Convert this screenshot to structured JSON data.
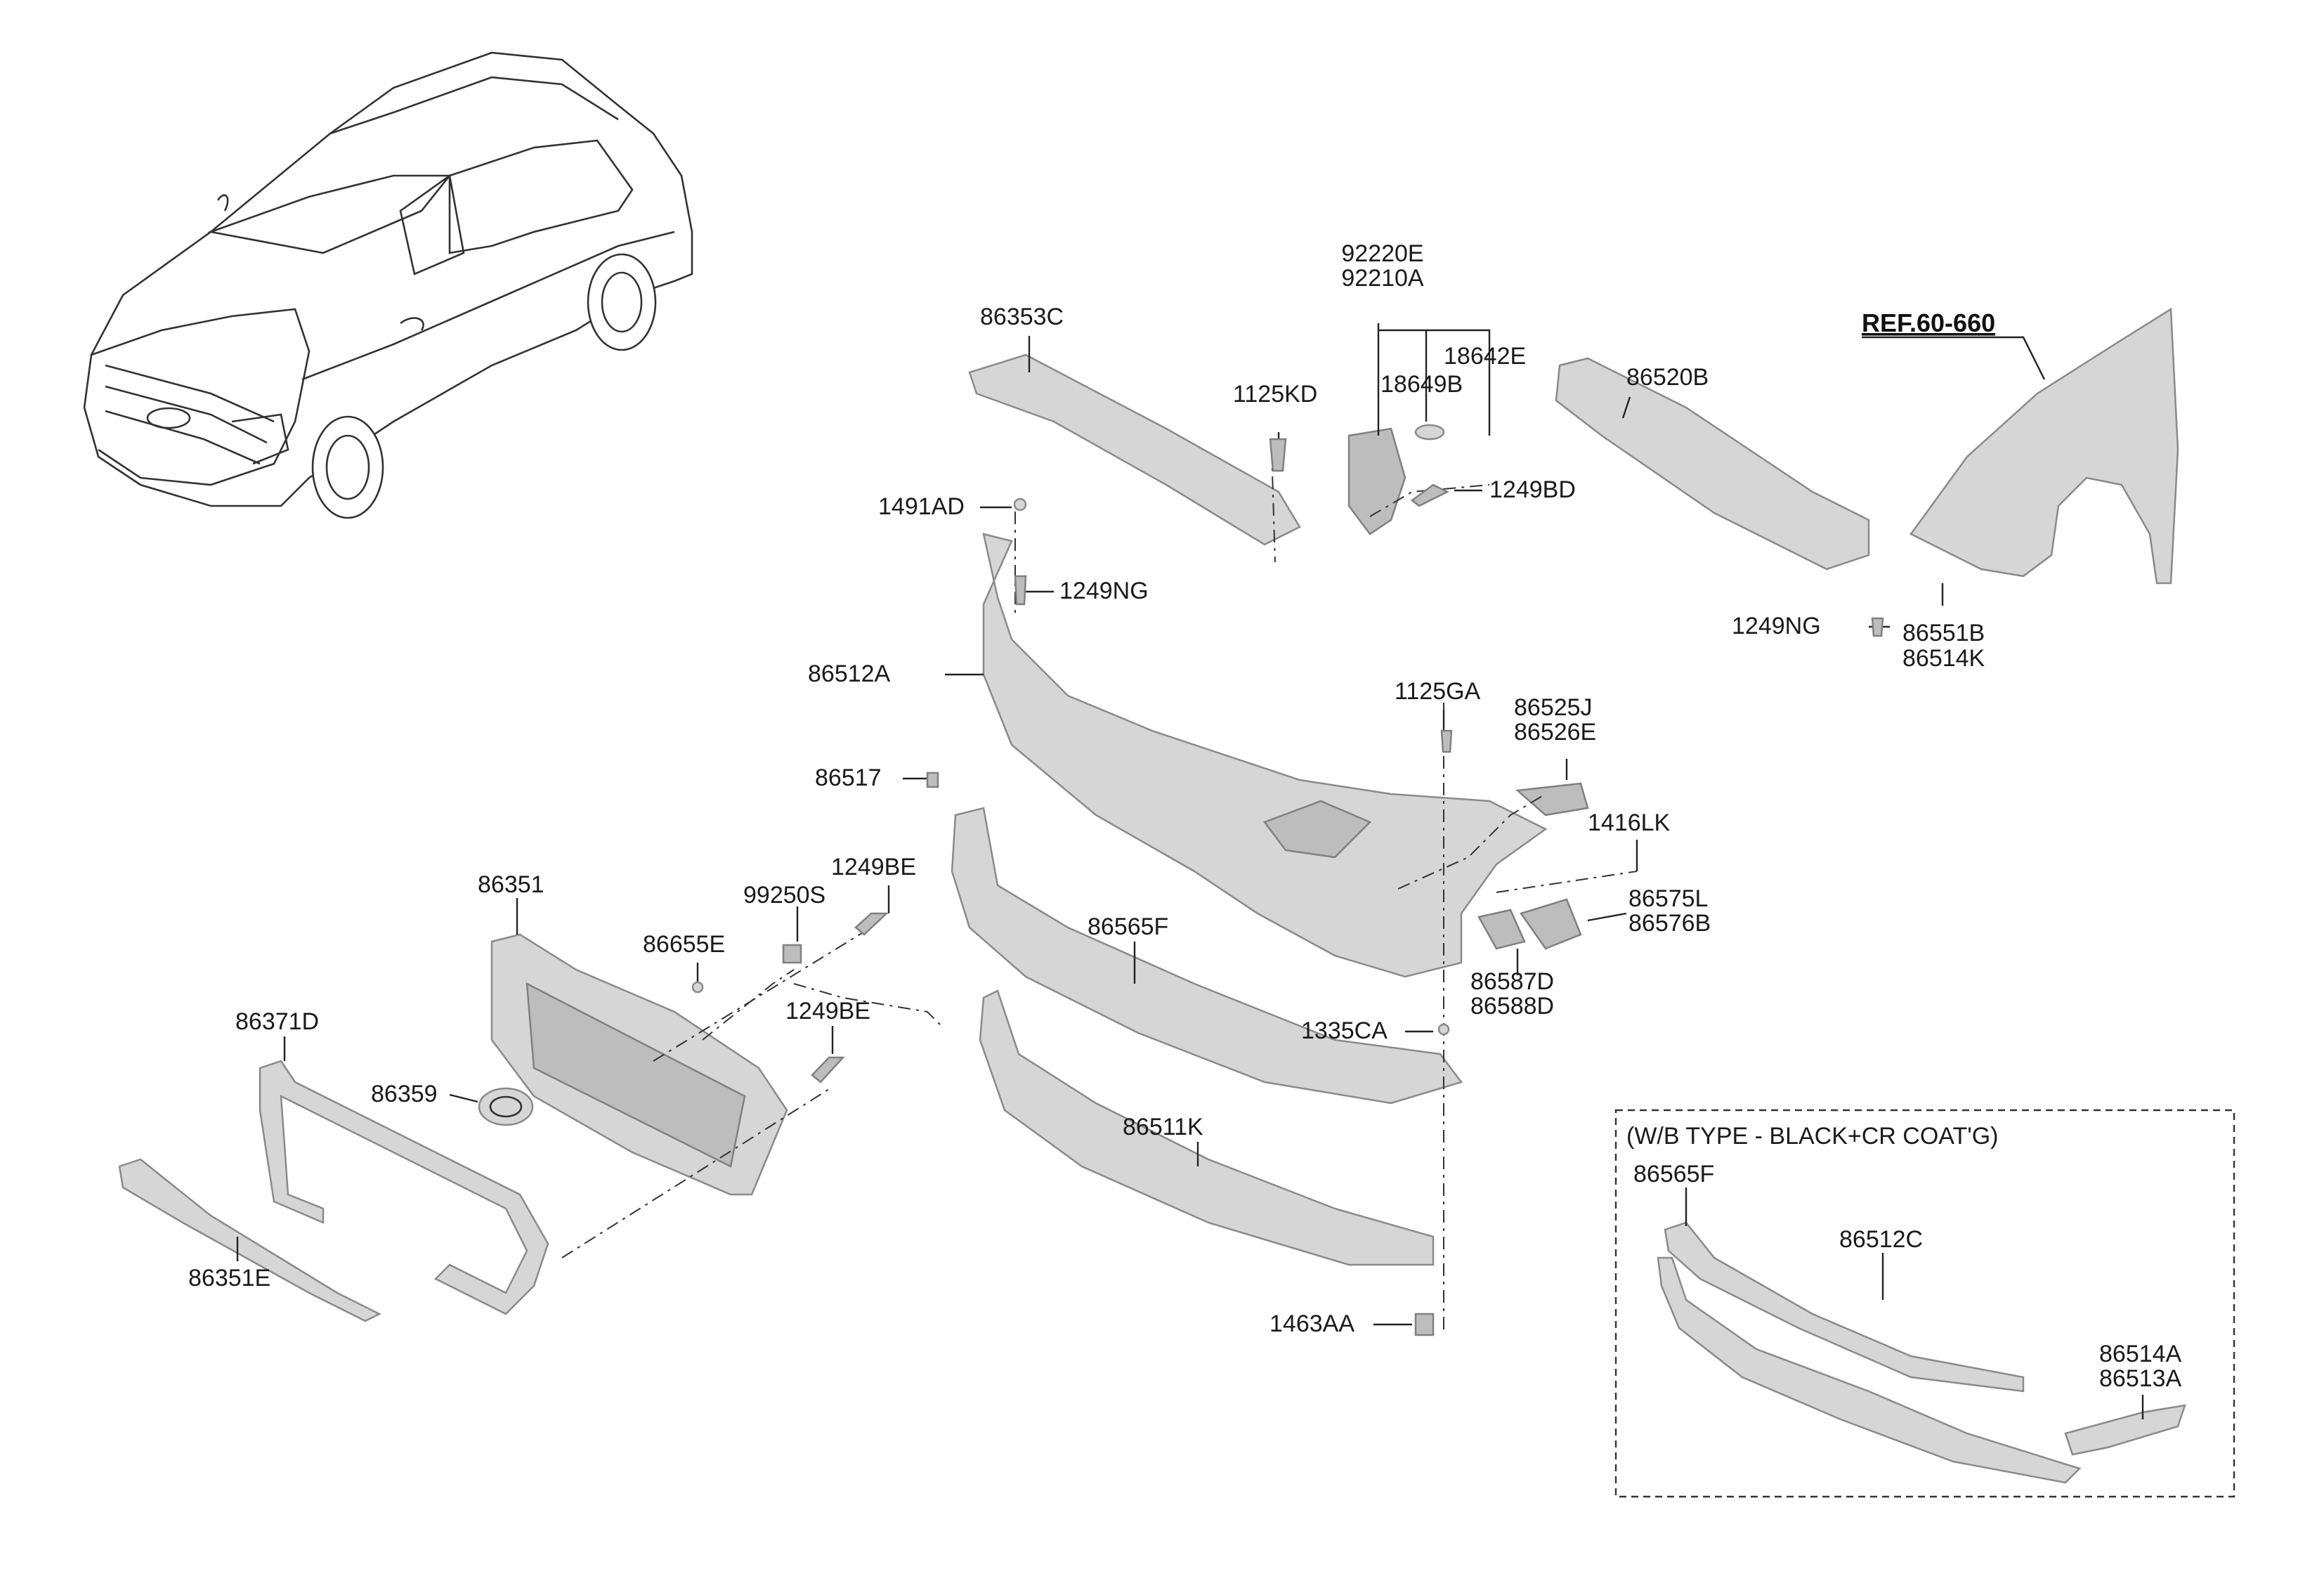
{
  "labels": {
    "p86353C": "86353C",
    "p92220E": "92220E",
    "p92210A": "92210A",
    "p18642E": "18642E",
    "p18649B": "18649B",
    "p1125KD": "1125KD",
    "p86520B": "86520B",
    "ref": "REF.60-660",
    "p1249BD": "1249BD",
    "p1491AD": "1491AD",
    "p1249NG_a": "1249NG",
    "p1249NG_b": "1249NG",
    "p86551B": "86551B",
    "p86514K": "86514K",
    "p86512A": "86512A",
    "p1125GA": "1125GA",
    "p86525J": "86525J",
    "p86526E": "86526E",
    "p86517": "86517",
    "p1416LK": "1416LK",
    "p86351": "86351",
    "p99250S": "99250S",
    "p1249BE_a": "1249BE",
    "p86575L": "86575L",
    "p86576B": "86576B",
    "p86655E": "86655E",
    "p86565F_a": "86565F",
    "p86587D": "86587D",
    "p86588D": "86588D",
    "p86371D": "86371D",
    "p1249BE_b": "1249BE",
    "p1335CA": "1335CA",
    "p86359": "86359",
    "p86511K": "86511K",
    "p86351E": "86351E",
    "p1463AA": "1463AA",
    "inset_title": "(W/B TYPE - BLACK+CR COAT'G)",
    "p86565F_b": "86565F",
    "p86512C": "86512C",
    "p86514A": "86514A",
    "p86513A": "86513A"
  }
}
